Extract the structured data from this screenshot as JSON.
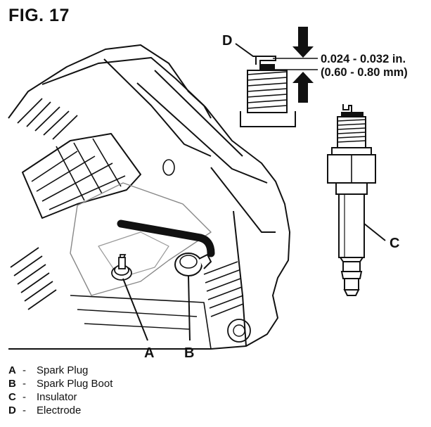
{
  "figure": {
    "title": "FIG. 17",
    "gap_spec": {
      "inches": "0.024 - 0.032 in.",
      "mm": "(0.60 - 0.80 mm)"
    },
    "callouts": {
      "a": "A",
      "b": "B",
      "c": "C",
      "d": "D"
    }
  },
  "legend": [
    {
      "key": "A",
      "sep": "-",
      "text": "Spark Plug"
    },
    {
      "key": "B",
      "sep": "-",
      "text": "Spark Plug Boot"
    },
    {
      "key": "C",
      "sep": "-",
      "text": "Insulator"
    },
    {
      "key": "D",
      "sep": "-",
      "text": "Electrode"
    }
  ]
}
